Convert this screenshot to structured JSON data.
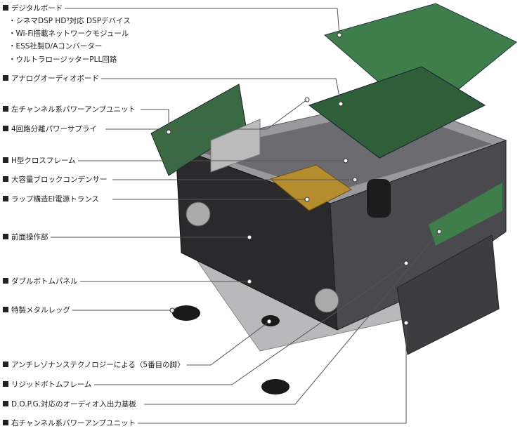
{
  "labels": [
    "デジタルボード",
    "アナログオーディオボード",
    "左チャンネル系パワーアンプユニット",
    "4回路分離パワーサプライ",
    "H型クロスフレーム",
    "大容量ブロックコンデンサー",
    "ラップ構造EI電源トランス",
    "前面操作部",
    "ダブルボトムパネル",
    "特製メタルレッグ",
    "アンチレゾナンステクノロジーによる〈5番目の脚〉",
    "リジッドボトムフレーム",
    "D.O.P.G.対応のオーディオ入出力基板",
    "右チャンネル系パワーアンプユニット"
  ],
  "digital_board_features": [
    "・シネマDSP HD³対応 DSPデバイス",
    "・Wi-Fi搭載ネットワークモジュール",
    "・ESS社製D/Aコンバーター",
    "・ウルトラロージッターPLL回路"
  ],
  "colors": {
    "chassis": "#3a3a3c",
    "board": "#3f7d4a",
    "leader": "#555555"
  }
}
